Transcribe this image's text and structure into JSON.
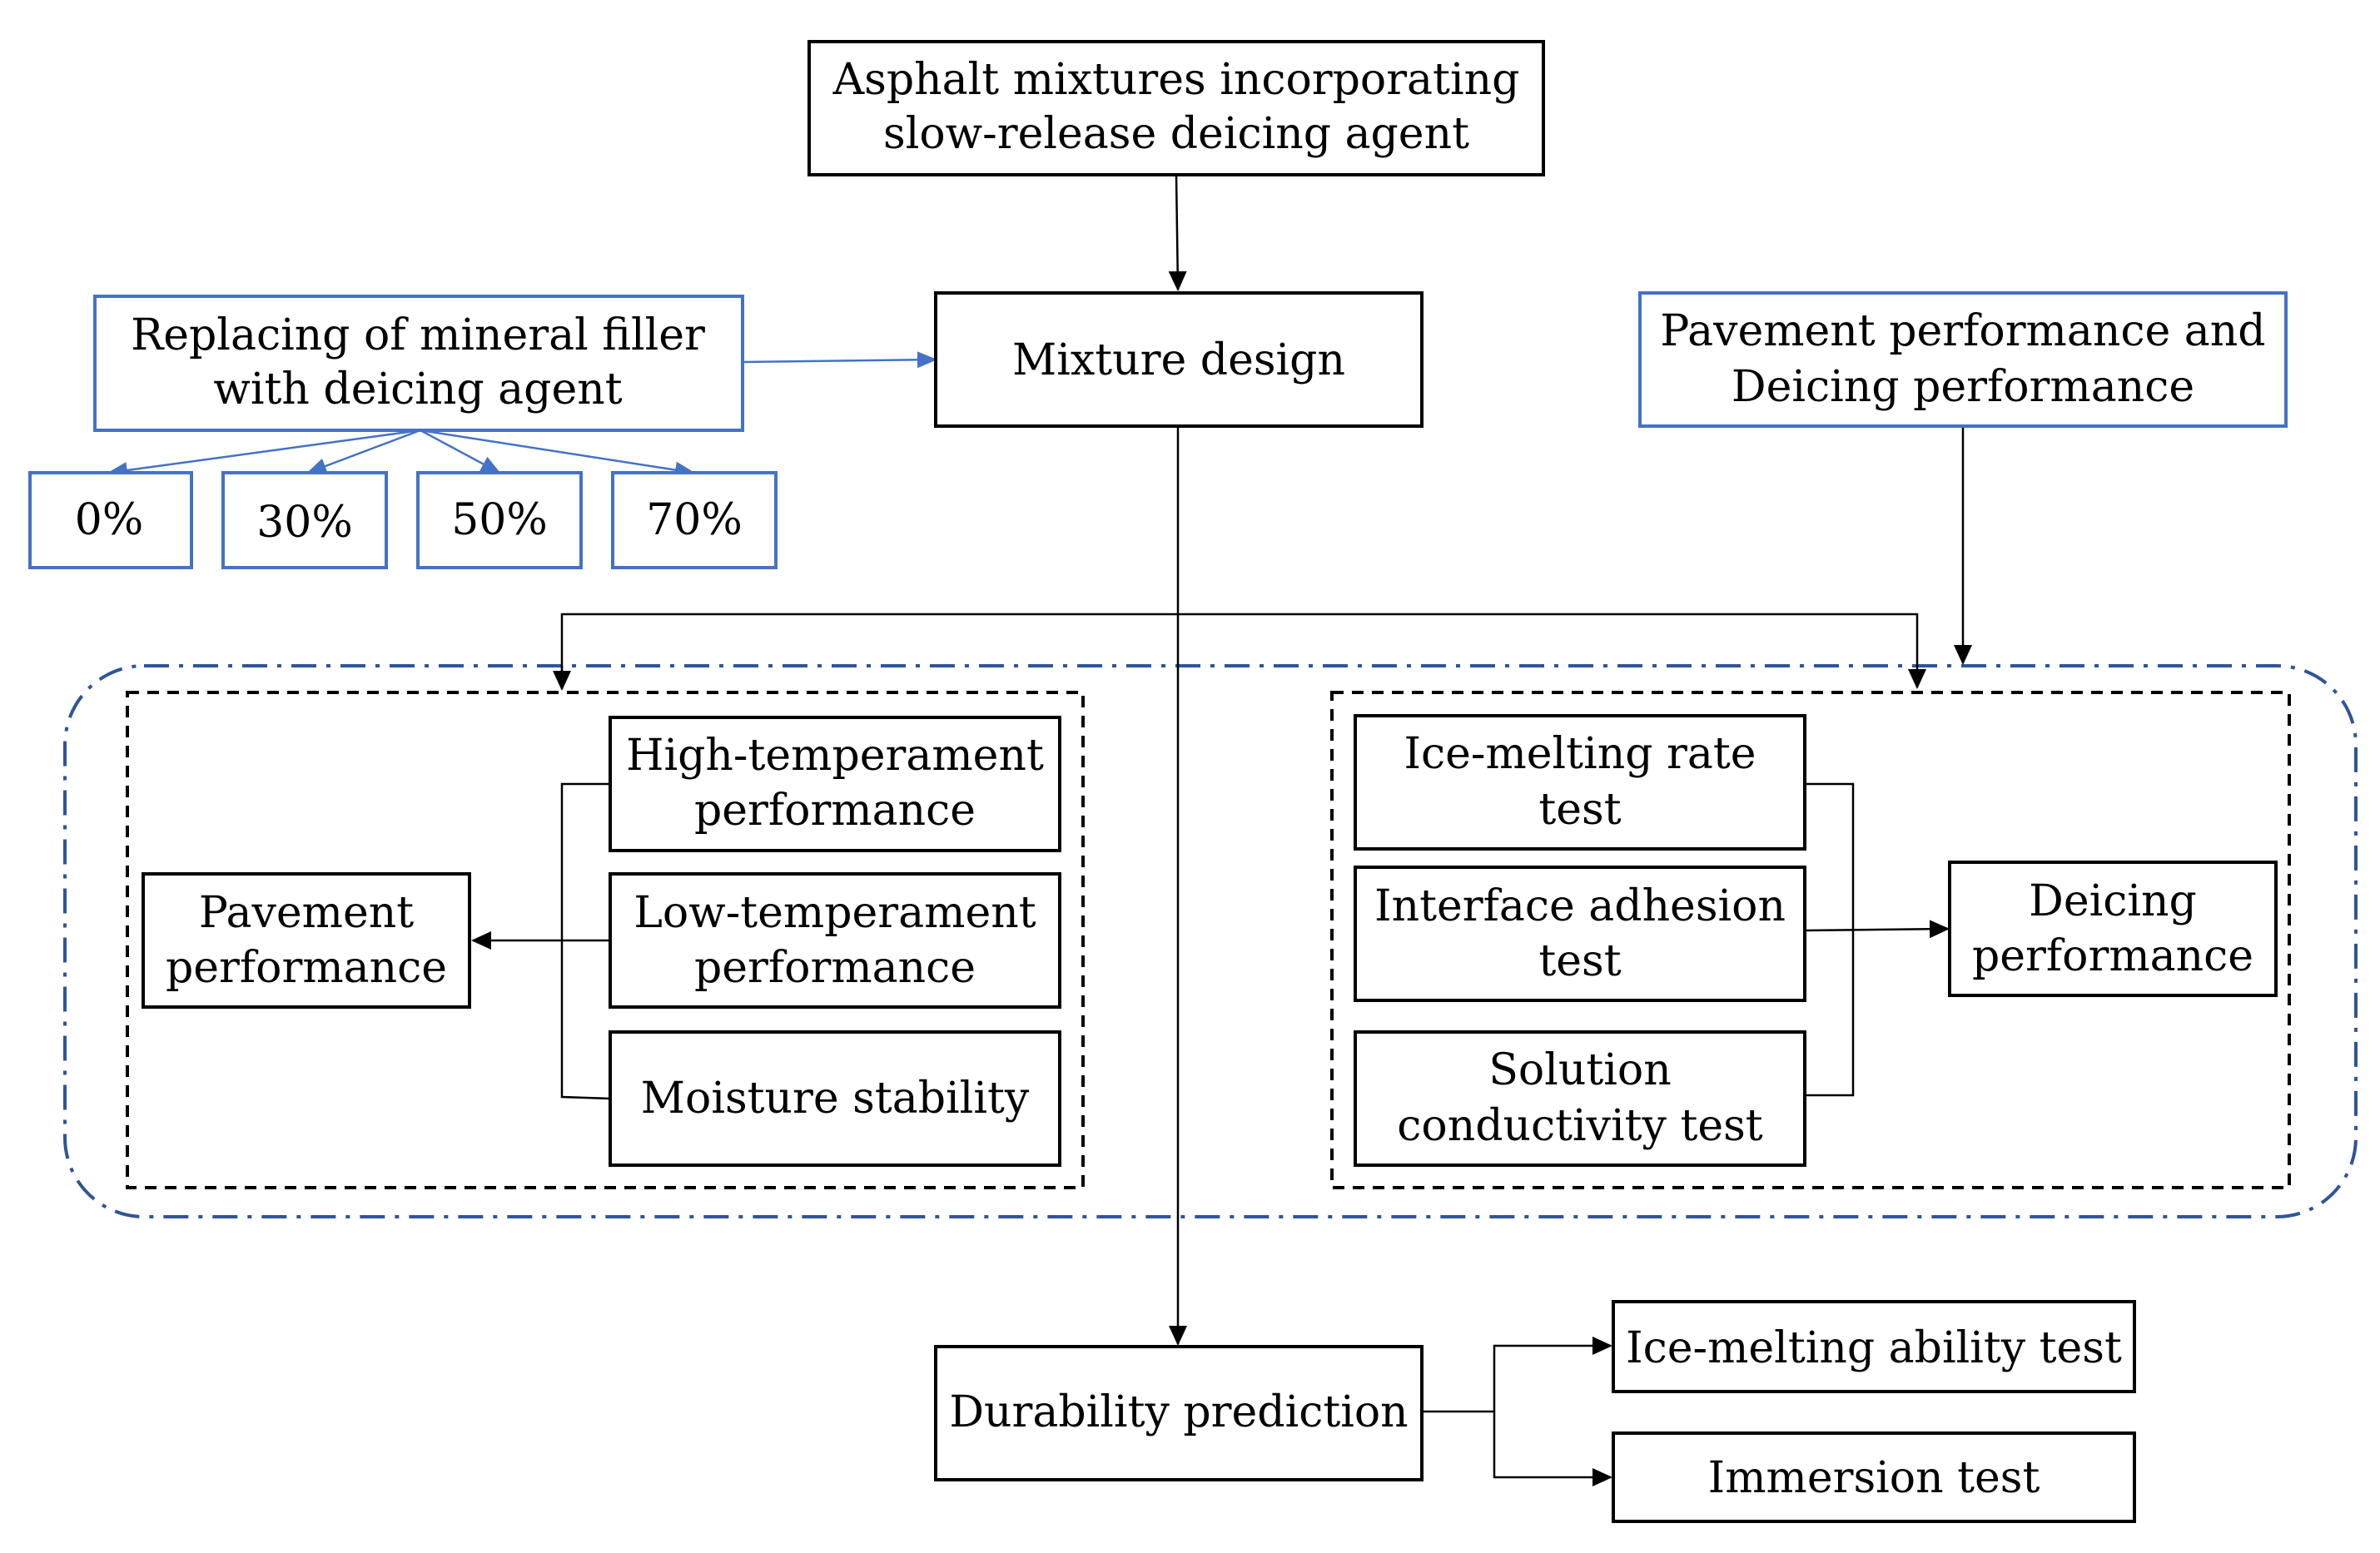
{
  "boxes": {
    "root": [
      "Asphalt mixtures incorporating",
      "slow-release deicing agent"
    ],
    "mixture_design": [
      "Mixture design"
    ],
    "replacing": [
      "Replacing of mineral filler",
      "with deicing agent"
    ],
    "perf_header": [
      "Pavement performance and",
      "Deicing performance"
    ],
    "pct_0": [
      "0%"
    ],
    "pct_30": [
      "30%"
    ],
    "pct_50": [
      "50%"
    ],
    "pct_70": [
      "70%"
    ],
    "high_temp": [
      "High-temperament",
      "performance"
    ],
    "low_temp": [
      "Low-temperament",
      "performance"
    ],
    "moisture": [
      "Moisture stability"
    ],
    "pavement_perf": [
      "Pavement",
      "performance"
    ],
    "ice_rate": [
      "Ice-melting rate",
      "test"
    ],
    "interface": [
      "Interface adhesion",
      "test"
    ],
    "solution": [
      "Solution",
      "conductivity test"
    ],
    "deicing_perf": [
      "Deicing",
      "performance"
    ],
    "durability": [
      "Durability prediction"
    ],
    "ice_ability": [
      "Ice-melting ability test"
    ],
    "immersion": [
      "Immersion test"
    ]
  },
  "colors": {
    "black": "#000000",
    "blue": "#4472c4",
    "dashdot_blue": "#2f5597"
  }
}
